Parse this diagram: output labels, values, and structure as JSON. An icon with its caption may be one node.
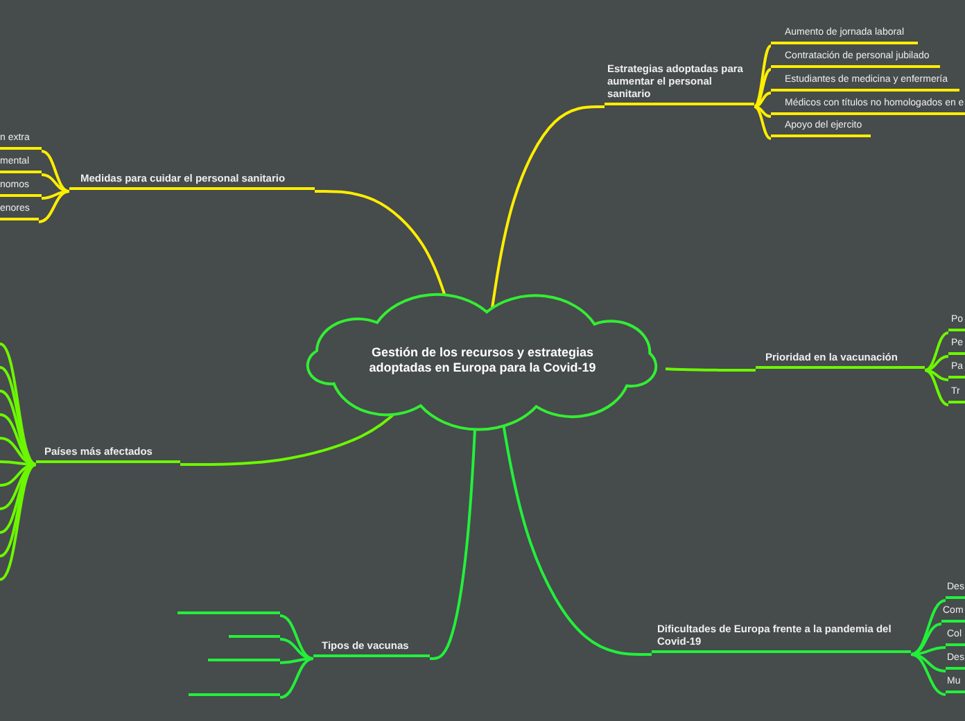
{
  "diagram": {
    "nodes": [
      {
        "text": [
          "Gestión de los recursos y estrategias adoptadas en Europa para la Covid-19"
        ]
      },
      {
        "text": [
          "Estrategias adoptadas para aumentar el personal sanitario"
        ]
      },
      {
        "text": [
          "Aumento de jornada laboral"
        ]
      },
      {
        "text": [
          "Contratación de personal jubilado"
        ]
      },
      {
        "text": [
          "Estudiantes de medicina y enfermería"
        ]
      },
      {
        "text": [
          "Médicos con títulos no homologados en e"
        ]
      },
      {
        "text": [
          "Apoyo del ejercito"
        ]
      },
      {
        "text": [
          "Medidas para cuidar el personal sanitario"
        ]
      },
      {
        "text": [
          "n extra"
        ]
      },
      {
        "text": [
          "mental"
        ]
      },
      {
        "text": [
          "nomos"
        ]
      },
      {
        "text": [
          "enores"
        ]
      },
      {
        "text": [
          "Prioridad en la vacunación"
        ]
      },
      {
        "text": [
          "Po"
        ]
      },
      {
        "text": [
          "Pe"
        ]
      },
      {
        "text": [
          "Pa"
        ]
      },
      {
        "text": [
          "Tr"
        ]
      },
      {
        "text": [
          "Países más afectados"
        ]
      },
      {
        "text": [
          "Tipos de vacunas"
        ]
      },
      {
        "text": [],
        "shape": "bar"
      },
      {
        "text": [],
        "shape": "bar"
      },
      {
        "text": [],
        "shape": "bar"
      },
      {
        "text": [],
        "shape": "bar"
      },
      {
        "text": [
          "Dificultades de Europa frente a la pandemia del Covid-19"
        ]
      },
      {
        "text": [
          "Des"
        ]
      },
      {
        "text": [
          "Com"
        ]
      },
      {
        "text": [
          "Col"
        ]
      },
      {
        "text": [
          "Des"
        ]
      },
      {
        "text": [
          "Mu"
        ]
      }
    ],
    "edges": [
      {
        "from": 0,
        "to": 1,
        "arrow": "none",
        "color": "#ffee00"
      },
      {
        "from": 0,
        "to": 7,
        "arrow": "none",
        "color": "#ffee00"
      },
      {
        "from": 0,
        "to": 12,
        "arrow": "none"
      },
      {
        "from": 0,
        "to": 17,
        "arrow": "none"
      },
      {
        "from": 0,
        "to": 18,
        "arrow": "none",
        "color": "#22f03a"
      },
      {
        "from": 0,
        "to": 23,
        "arrow": "none",
        "color": "#22f03a"
      },
      {
        "from": 1,
        "to": 2,
        "arrow": "none",
        "color": "#ffee00"
      },
      {
        "from": 1,
        "to": 3,
        "arrow": "none",
        "color": "#ffee00"
      },
      {
        "from": 1,
        "to": 4,
        "arrow": "none",
        "color": "#ffee00"
      },
      {
        "from": 1,
        "to": 5,
        "arrow": "none",
        "color": "#ffee00"
      },
      {
        "from": 1,
        "to": 6,
        "arrow": "none",
        "color": "#ffee00"
      },
      {
        "from": 7,
        "to": 8,
        "arrow": "none",
        "color": "#ffee00"
      },
      {
        "from": 7,
        "to": 9,
        "arrow": "none",
        "color": "#ffee00"
      },
      {
        "from": 7,
        "to": 10,
        "arrow": "none",
        "color": "#ffee00"
      },
      {
        "from": 7,
        "to": 11,
        "arrow": "none",
        "color": "#ffee00"
      },
      {
        "from": 12,
        "to": 13,
        "arrow": "none"
      },
      {
        "from": 12,
        "to": 14,
        "arrow": "none"
      },
      {
        "from": 12,
        "to": 15,
        "arrow": "none"
      },
      {
        "from": 12,
        "to": 16,
        "arrow": "none"
      },
      {
        "from": 17,
        "to": null,
        "arrow": "none"
      },
      {
        "from": 17,
        "to": null,
        "arrow": "none"
      },
      {
        "from": 17,
        "to": null,
        "arrow": "none"
      },
      {
        "from": 17,
        "to": null,
        "arrow": "none"
      },
      {
        "from": 17,
        "to": null,
        "arrow": "none"
      },
      {
        "from": 17,
        "to": null,
        "arrow": "none"
      },
      {
        "from": 17,
        "to": null,
        "arrow": "none"
      },
      {
        "from": 17,
        "to": null,
        "arrow": "none"
      },
      {
        "from": 17,
        "to": null,
        "arrow": "none"
      },
      {
        "from": 17,
        "to": null,
        "arrow": "none"
      },
      {
        "from": 17,
        "to": null,
        "arrow": "none"
      },
      {
        "from": 18,
        "to": 19,
        "arrow": "none",
        "color": "#22f03a"
      },
      {
        "from": 18,
        "to": 20,
        "arrow": "none",
        "color": "#22f03a"
      },
      {
        "from": 18,
        "to": 21,
        "arrow": "none",
        "color": "#22f03a"
      },
      {
        "from": 18,
        "to": 22,
        "arrow": "none",
        "color": "#22f03a"
      },
      {
        "from": 23,
        "to": 24,
        "arrow": "none",
        "color": "#22f03a"
      },
      {
        "from": 23,
        "to": 25,
        "arrow": "none",
        "color": "#22f03a"
      },
      {
        "from": 23,
        "to": 26,
        "arrow": "none",
        "color": "#22f03a"
      },
      {
        "from": 23,
        "to": 27,
        "arrow": "none",
        "color": "#22f03a"
      },
      {
        "from": 23,
        "to": 28,
        "arrow": "none",
        "color": "#22f03a"
      }
    ]
  }
}
